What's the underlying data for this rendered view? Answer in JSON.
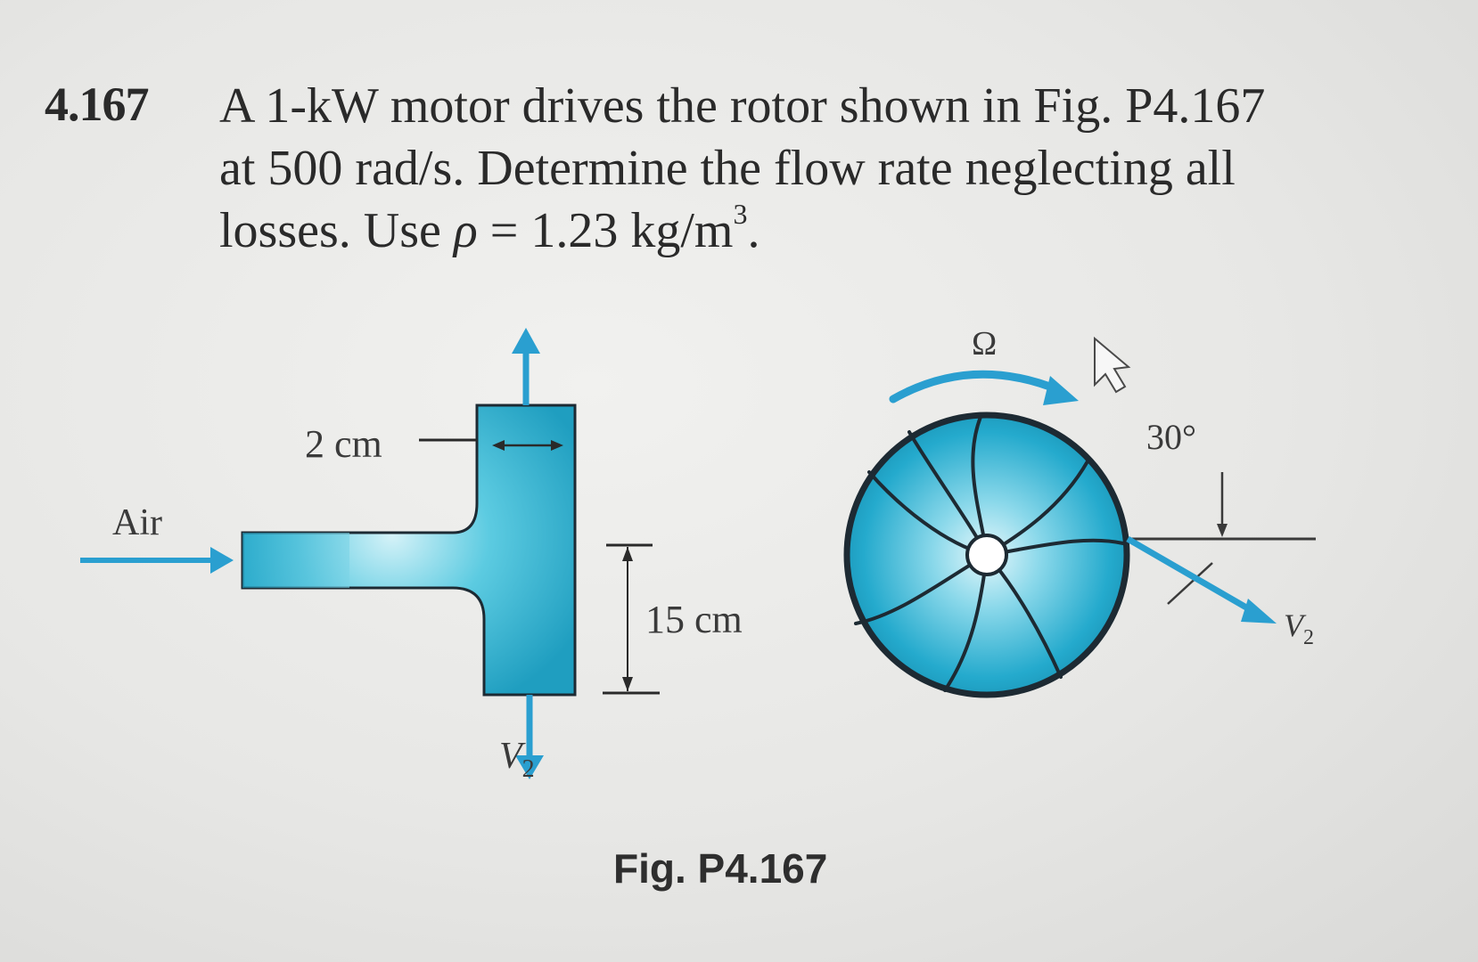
{
  "problem": {
    "number": "4.167",
    "line1": "A 1-kW motor drives the rotor shown in Fig. P4.167",
    "line2": "at 500 rad/s. Determine the flow rate neglecting all",
    "line3_prefix": "losses. Use ",
    "rho_symbol": "ρ",
    "line3_value": " = 1.23 kg/m",
    "line3_exponent": "3",
    "line3_suffix": "."
  },
  "figure": {
    "caption": "Fig. P4.167",
    "labels": {
      "width": "2 cm",
      "inlet": "Air",
      "radius": "15 cm",
      "outlet_left": "V",
      "outlet_left_sub": "2",
      "omega": "Ω",
      "angle": "30°",
      "outlet_right": "V",
      "outlet_right_sub": "2"
    },
    "colors": {
      "fluid": "#1fa7c9",
      "fluid_light": "#c9eef6",
      "outline": "#1d2a33",
      "arrow": "#2a9fd0"
    }
  }
}
